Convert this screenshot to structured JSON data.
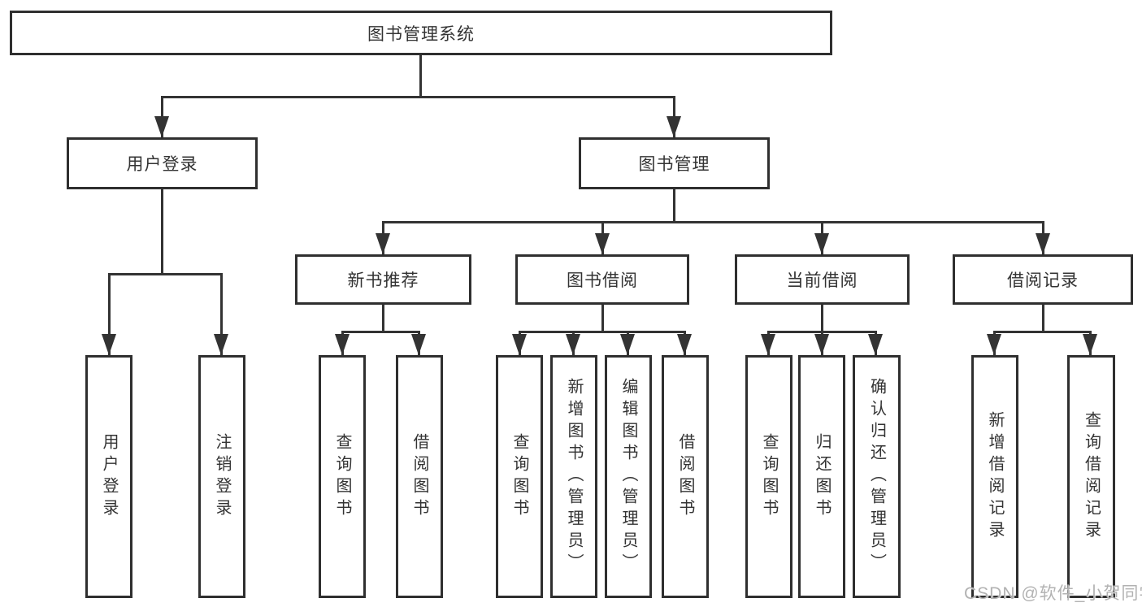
{
  "diagram": {
    "title": "图书管理系统",
    "colors": {
      "line": "#333333",
      "box_border": "#2f2f2f",
      "text": "#333333",
      "watermark": "#b2b2b2",
      "background": "#ffffff"
    },
    "tree": {
      "root": {
        "label": "图书管理系统",
        "children": [
          {
            "label": "用户登录",
            "children": [
              {
                "label": "用户登录"
              },
              {
                "label": "注销登录"
              }
            ]
          },
          {
            "label": "图书管理",
            "children": [
              {
                "label": "新书推荐",
                "children": [
                  {
                    "label": "查询图书"
                  },
                  {
                    "label": "借阅图书"
                  }
                ]
              },
              {
                "label": "图书借阅",
                "children": [
                  {
                    "label": "查询图书"
                  },
                  {
                    "label": "新增图书（管理员）"
                  },
                  {
                    "label": "编辑图书（管理员）"
                  },
                  {
                    "label": "借阅图书"
                  }
                ]
              },
              {
                "label": "当前借阅",
                "children": [
                  {
                    "label": "查询图书"
                  },
                  {
                    "label": "归还图书"
                  },
                  {
                    "label": "确认归还（管理员）"
                  }
                ]
              },
              {
                "label": "借阅记录",
                "children": [
                  {
                    "label": "新增借阅记录"
                  },
                  {
                    "label": "查询借阅记录"
                  }
                ]
              }
            ]
          }
        ]
      }
    },
    "watermark": {
      "text": "CSDN @软件_小贺同学"
    }
  }
}
